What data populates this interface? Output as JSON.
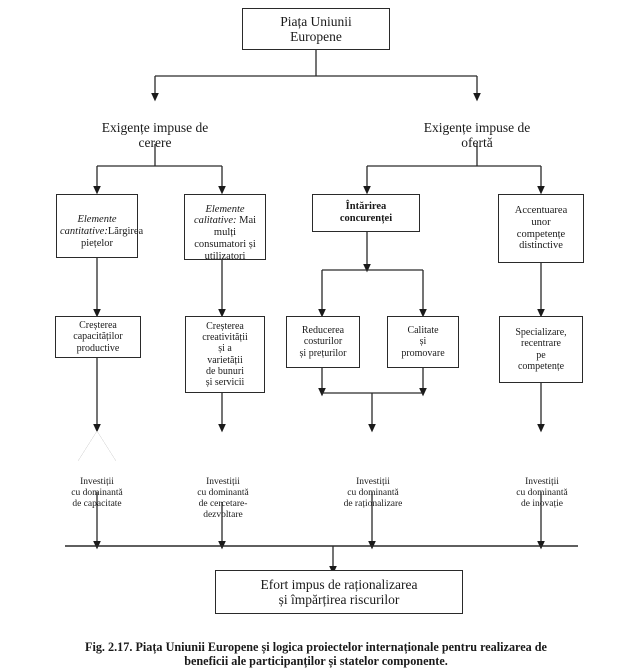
{
  "figure": {
    "caption": "Fig. 2.17. Piața Uniunii Europene și logica proiectelor internaționale pentru realizarea de\nbeneficii ale participanților și statelor componente."
  },
  "nodes": {
    "root": {
      "label": "Piața Uniunii\nEuropene"
    },
    "branch_demand": {
      "label": "Exigențe impuse de\ncerere"
    },
    "branch_supply": {
      "label": "Exigențe impuse de\nofertă"
    },
    "level2": [
      {
        "id": "elemente-cantitative",
        "emphasis_italic": "Elemente\ncantitative:",
        "label": "Lărgirea\npiețelor"
      },
      {
        "id": "elemente-calitative",
        "emphasis_italic": "Elemente\ncalitative:",
        "label": " Mai\nmulți\nconsumatori și\nutilizatori"
      },
      {
        "id": "intarirea-concurentei",
        "label": "Întărirea\nconcurenței",
        "bold": true
      },
      {
        "id": "accentuarea-competente",
        "label": "Accentuarea\nunor\ncompetențe\ndistinctive"
      }
    ],
    "level3": [
      {
        "id": "crestere-capacitati",
        "label": "Creșterea\ncapacităților\nproductive"
      },
      {
        "id": "crestere-creativitate",
        "label": "Creșterea\ncreativității\nși             a\nvarietății\nde bunuri\nși servicii"
      },
      {
        "id": "reducerea-costurilor",
        "label": "Reducerea\ncosturilor\nși prețurilor"
      },
      {
        "id": "calitate-promovare",
        "label": "Calitate\nși\npromovare"
      },
      {
        "id": "specializare-recentrare",
        "label": "Specializare,\nrecentrare\npe\ncompetențe"
      }
    ],
    "investments": [
      {
        "id": "investitii-capacitate",
        "label": "Investiții\ncu dominantă\nde capacitate"
      },
      {
        "id": "investitii-cercetare",
        "label": "Investiții\ncu dominantă\nde cercetare-\ndezvoltare"
      },
      {
        "id": "investitii-rationalizare",
        "label": "Investiții\ncu dominantă\nde raționalizare"
      },
      {
        "id": "investitii-inovatie",
        "label": "Investiții\ncu dominantă\nde inovație"
      }
    ],
    "final": {
      "label": "Efort impus de raționalizarea\nși împărțirea riscurilor"
    }
  },
  "style": {
    "line_color": "#2a2a2a",
    "box_border": "#2a2a2a",
    "text_color": "#1a1a1a",
    "background": "#ffffff"
  }
}
